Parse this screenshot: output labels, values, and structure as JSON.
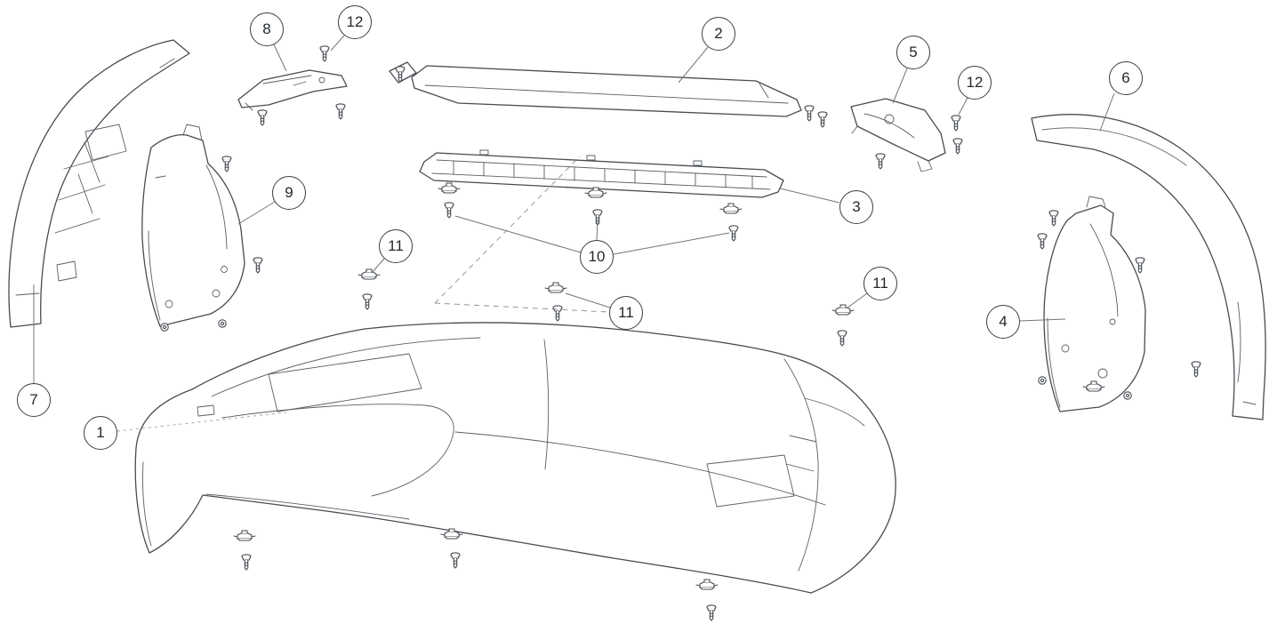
{
  "colors": {
    "background": "#ffffff",
    "part_line": "#474c52",
    "leader_line": "#70757a",
    "callout_border": "#3a3f45",
    "callout_text": "#23282d"
  },
  "callouts": [
    {
      "label": "8"
    },
    {
      "label": "12"
    },
    {
      "label": "2"
    },
    {
      "label": "5"
    },
    {
      "label": "12"
    },
    {
      "label": "6"
    },
    {
      "label": "9"
    },
    {
      "label": "3"
    },
    {
      "label": "11"
    },
    {
      "label": "10"
    },
    {
      "label": "11"
    },
    {
      "label": "11"
    },
    {
      "label": "4"
    },
    {
      "label": "7"
    },
    {
      "label": "1"
    }
  ]
}
